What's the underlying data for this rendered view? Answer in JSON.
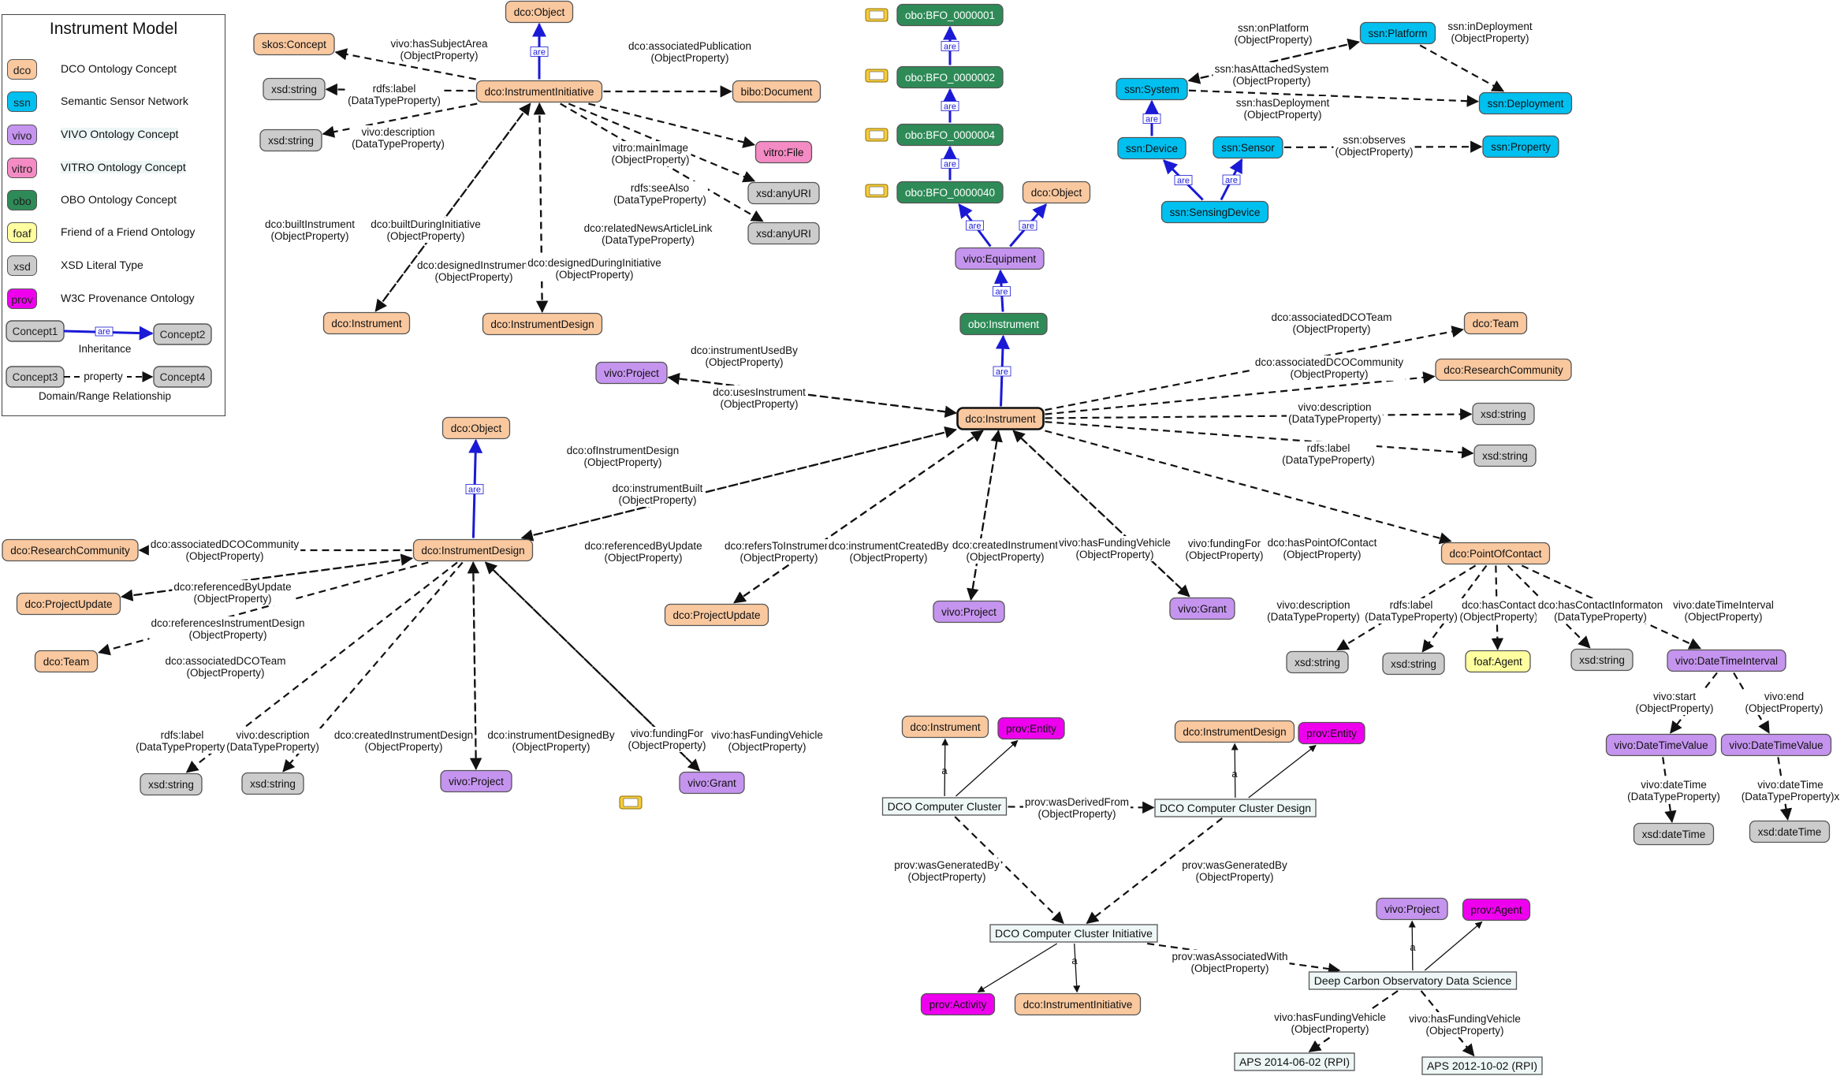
{
  "colors": {
    "dco": "#f9c89f",
    "ssn": "#00c0f0",
    "vivo": "#c594ef",
    "vitro": "#f48bc4",
    "obo": "#2e8b57",
    "foaf": "#ffffa0",
    "xsd": "#cccccc",
    "prov": "#ee00ee",
    "instance": "#eef6f6",
    "inherit_edge": "#1a1ad6",
    "edge": "#111111"
  },
  "legend": {
    "title": "Instrument Model",
    "items": [
      {
        "abbr": "dco",
        "label": "DCO Ontology Concept",
        "color": "dco"
      },
      {
        "abbr": "ssn",
        "label": "Semantic Sensor Network",
        "color": "ssn"
      },
      {
        "abbr": "vivo",
        "label": "VIVO Ontology Concept",
        "color": "vivo"
      },
      {
        "abbr": "vitro",
        "label": "VITRO Ontology Concept",
        "color": "vitro"
      },
      {
        "abbr": "obo",
        "label": "OBO Ontology Concept",
        "color": "obo"
      },
      {
        "abbr": "foaf",
        "label": "Friend of a Friend Ontology",
        "color": "foaf"
      },
      {
        "abbr": "xsd",
        "label": "XSD Literal Type",
        "color": "xsd"
      },
      {
        "abbr": "prov",
        "label": "W3C Provenance Ontology",
        "color": "prov"
      }
    ],
    "concept1": "Concept1",
    "concept2": "Concept2",
    "are": "are",
    "inheritance": "Inheritance",
    "concept3": "Concept3",
    "concept4": "Concept4",
    "property": "property",
    "domain_range": "Domain/Range Relationship"
  },
  "nodes": [
    {
      "id": "ii_obj",
      "label": "dco:Object",
      "type": "dco"
    },
    {
      "id": "ii",
      "label": "dco:InstrumentInitiative",
      "type": "dco"
    },
    {
      "id": "skos",
      "label": "skos:Concept",
      "type": "dco"
    },
    {
      "id": "bibo",
      "label": "bibo:Document",
      "type": "dco"
    },
    {
      "id": "ii_str1",
      "label": "xsd:string",
      "type": "xsd"
    },
    {
      "id": "ii_str2",
      "label": "xsd:string",
      "type": "xsd"
    },
    {
      "id": "vitrofile",
      "label": "vitro:File",
      "type": "vitro"
    },
    {
      "id": "anyuri1",
      "label": "xsd:anyURI",
      "type": "xsd"
    },
    {
      "id": "anyuri2",
      "label": "xsd:anyURI",
      "type": "xsd"
    },
    {
      "id": "ii_instr",
      "label": "dco:Instrument",
      "type": "dco"
    },
    {
      "id": "ii_design",
      "label": "dco:InstrumentDesign",
      "type": "dco"
    },
    {
      "id": "bfo1",
      "label": "obo:BFO_0000001",
      "type": "obo"
    },
    {
      "id": "bfo2",
      "label": "obo:BFO_0000002",
      "type": "obo"
    },
    {
      "id": "bfo4",
      "label": "obo:BFO_0000004",
      "type": "obo"
    },
    {
      "id": "bfo40",
      "label": "obo:BFO_0000040",
      "type": "obo"
    },
    {
      "id": "eq_obj",
      "label": "dco:Object",
      "type": "dco"
    },
    {
      "id": "equip",
      "label": "vivo:Equipment",
      "type": "vivo"
    },
    {
      "id": "oboinstr",
      "label": "obo:Instrument",
      "type": "obo"
    },
    {
      "id": "ssn_platform",
      "label": "ssn:Platform",
      "type": "ssn"
    },
    {
      "id": "ssn_system",
      "label": "ssn:System",
      "type": "ssn"
    },
    {
      "id": "ssn_deploy",
      "label": "ssn:Deployment",
      "type": "ssn"
    },
    {
      "id": "ssn_device",
      "label": "ssn:Device",
      "type": "ssn"
    },
    {
      "id": "ssn_sensor",
      "label": "ssn:Sensor",
      "type": "ssn"
    },
    {
      "id": "ssn_property",
      "label": "ssn:Property",
      "type": "ssn"
    },
    {
      "id": "ssn_sdevice",
      "label": "ssn:SensingDevice",
      "type": "ssn"
    },
    {
      "id": "instr",
      "label": "dco:Instrument",
      "type": "dco",
      "main": true
    },
    {
      "id": "vp1",
      "label": "vivo:Project",
      "type": "vivo"
    },
    {
      "id": "team1",
      "label": "dco:Team",
      "type": "dco"
    },
    {
      "id": "rc1",
      "label": "dco:ResearchCommunity",
      "type": "dco"
    },
    {
      "id": "in_str1",
      "label": "xsd:string",
      "type": "xsd"
    },
    {
      "id": "in_str2",
      "label": "xsd:string",
      "type": "xsd"
    },
    {
      "id": "poc",
      "label": "dco:PointOfContact",
      "type": "dco"
    },
    {
      "id": "pu1",
      "label": "dco:ProjectUpdate",
      "type": "dco"
    },
    {
      "id": "vp2",
      "label": "vivo:Project",
      "type": "vivo"
    },
    {
      "id": "vg1",
      "label": "vivo:Grant",
      "type": "vivo"
    },
    {
      "id": "poc_str1",
      "label": "xsd:string",
      "type": "xsd"
    },
    {
      "id": "poc_str2",
      "label": "xsd:string",
      "type": "xsd"
    },
    {
      "id": "foafagent",
      "label": "foaf:Agent",
      "type": "foaf"
    },
    {
      "id": "poc_str3",
      "label": "xsd:string",
      "type": "xsd"
    },
    {
      "id": "dti",
      "label": "vivo:DateTimeInterval",
      "type": "vivo"
    },
    {
      "id": "dtv1",
      "label": "vivo:DateTimeValue",
      "type": "vivo"
    },
    {
      "id": "dtv2",
      "label": "vivo:DateTimeValue",
      "type": "vivo"
    },
    {
      "id": "dt1",
      "label": "xsd:dateTime",
      "type": "xsd"
    },
    {
      "id": "dt2",
      "label": "xsd:dateTime",
      "type": "xsd"
    },
    {
      "id": "design_obj",
      "label": "dco:Object",
      "type": "dco"
    },
    {
      "id": "design",
      "label": "dco:InstrumentDesign",
      "type": "dco"
    },
    {
      "id": "rc2",
      "label": "dco:ResearchCommunity",
      "type": "dco"
    },
    {
      "id": "pu2",
      "label": "dco:ProjectUpdate",
      "type": "dco"
    },
    {
      "id": "team2",
      "label": "dco:Team",
      "type": "dco"
    },
    {
      "id": "d_str1",
      "label": "xsd:string",
      "type": "xsd"
    },
    {
      "id": "d_str2",
      "label": "xsd:string",
      "type": "xsd"
    },
    {
      "id": "vp3",
      "label": "vivo:Project",
      "type": "vivo"
    },
    {
      "id": "vg2",
      "label": "vivo:Grant",
      "type": "vivo"
    },
    {
      "id": "ex_instr",
      "label": "dco:Instrument",
      "type": "dco"
    },
    {
      "id": "ex_ent1",
      "label": "prov:Entity",
      "type": "prov"
    },
    {
      "id": "dcc",
      "label": "DCO Computer Cluster",
      "type": "instance"
    },
    {
      "id": "ex_design",
      "label": "dco:InstrumentDesign",
      "type": "dco"
    },
    {
      "id": "ex_ent2",
      "label": "prov:Entity",
      "type": "prov"
    },
    {
      "id": "dccd",
      "label": "DCO Computer Cluster Design",
      "type": "instance"
    },
    {
      "id": "dcci",
      "label": "DCO Computer Cluster Initiative",
      "type": "instance"
    },
    {
      "id": "ex_act",
      "label": "prov:Activity",
      "type": "prov"
    },
    {
      "id": "ex_ii",
      "label": "dco:InstrumentInitiative",
      "type": "dco"
    },
    {
      "id": "ex_proj",
      "label": "vivo:Project",
      "type": "vivo"
    },
    {
      "id": "ex_agent",
      "label": "prov:Agent",
      "type": "prov"
    },
    {
      "id": "dcods",
      "label": "Deep Carbon Observatory Data Science",
      "type": "instance"
    },
    {
      "id": "aps1",
      "label": "APS 2014-06-02 (RPI)",
      "type": "instance"
    },
    {
      "id": "aps2",
      "label": "APS 2012-10-02 (RPI)",
      "type": "instance"
    }
  ],
  "edge_labels": [
    [
      "vivo:hasSubjectArea",
      "(ObjectProperty)"
    ],
    [
      "dco:associatedPublication",
      "(ObjectProperty)"
    ],
    [
      "rdfs:label",
      "(DataTypeProperty)"
    ],
    [
      "vivo:description",
      "(DataTypeProperty)"
    ],
    [
      "vitro:mainImage",
      "(ObjectProperty)"
    ],
    [
      "rdfs:seeAlso",
      "(DataTypeProperty)"
    ],
    [
      "dco:relatedNewsArticleLink",
      "(DataTypeProperty)"
    ],
    [
      "dco:builtInstrument",
      "(ObjectProperty)"
    ],
    [
      "dco:builtDuringInitiative",
      "(ObjectProperty)"
    ],
    [
      "dco:designedInstrument",
      "(ObjectProperty)"
    ],
    [
      "dco:designedDuringInitiative",
      "(ObjectProperty)"
    ],
    [
      "ssn:onPlatform",
      "(ObjectProperty)"
    ],
    [
      "ssn:inDeployment",
      "(ObjectProperty)"
    ],
    [
      "ssn:hasAttachedSystem",
      "(ObjectProperty)"
    ],
    [
      "ssn:hasDeployment",
      "(ObjectProperty)"
    ],
    [
      "ssn:observes",
      "(ObjectProperty)"
    ],
    [
      "dco:instrumentUsedBy",
      "(ObjectProperty)"
    ],
    [
      "dco:usesInstrument",
      "(ObjectProperty)"
    ],
    [
      "dco:associatedDCOTeam",
      "(ObjectProperty)"
    ],
    [
      "dco:associatedDCOCommunity",
      "(ObjectProperty)"
    ],
    [
      "vivo:description",
      "(DataTypeProperty)"
    ],
    [
      "rdfs:label",
      "(DataTypeProperty)"
    ],
    [
      "dco:ofInstrumentDesign",
      "(ObjectProperty)"
    ],
    [
      "dco:instrumentBuilt",
      "(ObjectProperty)"
    ],
    [
      "dco:referencedByUpdate",
      "(ObjectProperty)"
    ],
    [
      "dco:refersToInstrument",
      "(ObjectProperty)"
    ],
    [
      "dco:instrumentCreatedBy",
      "(ObjectProperty)"
    ],
    [
      "dco:createdInstrument",
      "(ObjectProperty)"
    ],
    [
      "vivo:hasFundingVehicle",
      "(ObjectProperty)"
    ],
    [
      "vivo:fundingFor",
      "(ObjectProperty)"
    ],
    [
      "dco:hasPointOfContact",
      "(ObjectProperty)"
    ],
    [
      "vivo:description",
      "(DataTypeProperty)"
    ],
    [
      "rdfs:label",
      "(DataTypeProperty)"
    ],
    [
      "dco:hasContact",
      "(ObjectProperty)"
    ],
    [
      "dco:hasContactInformaton",
      "(DataTypeProperty)"
    ],
    [
      "vivo:dateTimeInterval",
      "(ObjectProperty)"
    ],
    [
      "vivo:start",
      "(ObjectProperty)"
    ],
    [
      "vivo:end",
      "(ObjectProperty)"
    ],
    [
      "vivo:dateTime",
      "(DataTypeProperty)"
    ],
    [
      "vivo:dateTime",
      "(DataTypeProperty)x"
    ],
    [
      "dco:associatedDCOCommunity",
      "(ObjectProperty)"
    ],
    [
      "dco:referencedByUpdate",
      "(ObjectProperty)"
    ],
    [
      "dco:referencesInstrumentDesign",
      "(ObjectProperty)"
    ],
    [
      "dco:associatedDCOTeam",
      "(ObjectProperty)"
    ],
    [
      "rdfs:label",
      "(DataTypeProperty)"
    ],
    [
      "vivo:description",
      "(DataTypeProperty)"
    ],
    [
      "dco:createdInstrumentDesign",
      "(ObjectProperty)"
    ],
    [
      "dco:instrumentDesignedBy",
      "(ObjectProperty)"
    ],
    [
      "vivo:fundingFor",
      "(ObjectProperty)"
    ],
    [
      "vivo:hasFundingVehicle",
      "(ObjectProperty)"
    ],
    [
      "prov:wasDerivedFrom",
      "(ObjectProperty)"
    ],
    [
      "prov:wasGeneratedBy",
      "(ObjectProperty)"
    ],
    [
      "prov:wasGeneratedBy",
      "(ObjectProperty)"
    ],
    [
      "prov:wasAssociatedWith",
      "(ObjectProperty)"
    ],
    [
      "vivo:hasFundingVehicle",
      "(ObjectProperty)"
    ],
    [
      "vivo:hasFundingVehicle",
      "(ObjectProperty)"
    ]
  ],
  "are_label": "are",
  "a_label": "a"
}
